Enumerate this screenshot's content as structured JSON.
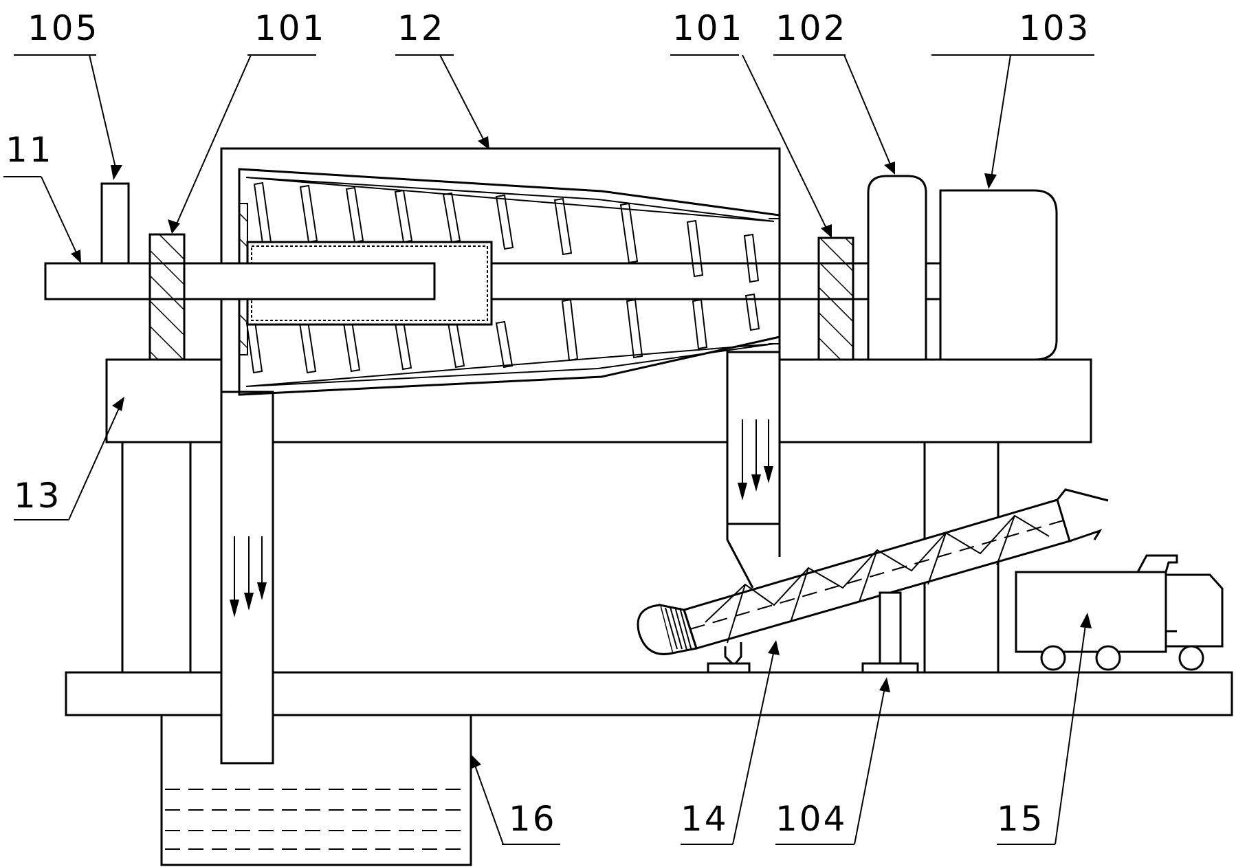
{
  "labels": {
    "l105": "105",
    "l101a": "101",
    "l12": "12",
    "l101b": "101",
    "l102": "102",
    "l103": "103",
    "l11": "11",
    "l13": "13",
    "l16": "16",
    "l14": "14",
    "l104": "104",
    "l15": "15"
  }
}
